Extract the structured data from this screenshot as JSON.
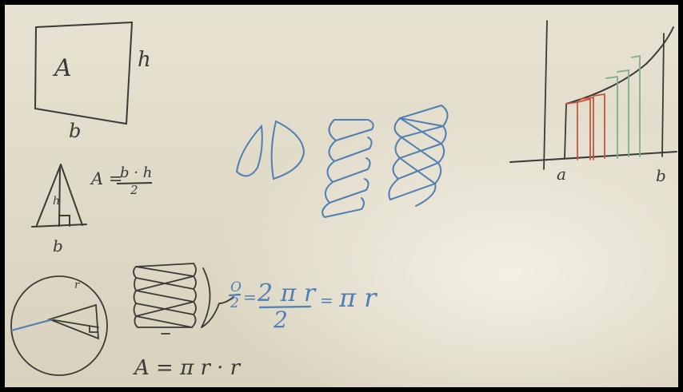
{
  "board": {
    "colors": {
      "board": "#ddd7c4",
      "dark_ink": "#3a3a36",
      "blue_ink": "#4f7fb2",
      "red_ink": "#c4553d",
      "green_ink": "#79b08c",
      "frame": "#000000"
    },
    "rectangle": {
      "area_letter": "A",
      "height_label": "h",
      "base_label": "b"
    },
    "triangle": {
      "formula_lhs": "A =",
      "formula_num": "b · h",
      "formula_den": "2",
      "height_label": "h",
      "base_label": "b"
    },
    "circle_section": {
      "radius_label": "r",
      "fraction_num": "O",
      "fraction_den": "2",
      "eq1": "=",
      "mid_num": "2 π r",
      "mid_den": "2",
      "eq2": "=",
      "result": "π r",
      "area_formula": "A = π r · r"
    },
    "integral_graph": {
      "lower_bound": "a",
      "upper_bound": "b"
    }
  }
}
